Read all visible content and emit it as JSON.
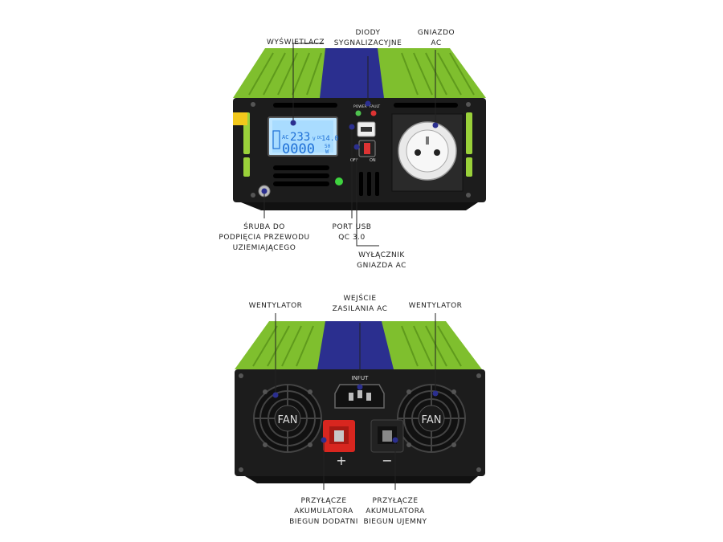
{
  "front": {
    "labels": {
      "display": "WYŚWIETLACZ",
      "leds": "DIODY\nSYGNALIZACYJNE",
      "socket": "GNIAZDO\nAC",
      "ground_screw": "ŚRUBA DO\nPODPIĘCIA PRZEWODU\nUZIEMIAJĄCEGO",
      "usb_port": "PORT USB\nQC 3.0",
      "ac_switch": "WYŁĄCZNIK\nGNIAZDA AC"
    },
    "lcd": {
      "ac_label": "AC",
      "ac_voltage": "233",
      "v_unit": "V",
      "dc_label": "DC",
      "dc_voltage": "14.0",
      "power": "0000",
      "hz": "50",
      "w_unit": "W"
    },
    "panel_marks": {
      "power_led": "POWER",
      "fault_led": "FAULT",
      "switch_off": "OFF",
      "switch_on": "ON"
    }
  },
  "back": {
    "labels": {
      "fan_left": "WENTYLATOR",
      "ac_input": "WEJŚCIE\nZASILANIA AC",
      "fan_right": "WENTYLATOR",
      "battery_positive": "PRZYŁĄCZE\nAKUMULATORA\nBIEGUN DODATNI",
      "battery_negative": "PRZYŁĄCZE\nAKUMULATORA\nBIEGUN UJEMNY"
    },
    "fan_text": "FAN",
    "input_text": "INPUT",
    "plus_sign": "+",
    "minus_sign": "−"
  },
  "colors": {
    "housing_green": "#7fbf2e",
    "panel_black": "#1c1c1c",
    "leader_dot": "#2b2f8f",
    "lcd_blue": "#1d6fd6",
    "terminal_red": "#d8261f"
  }
}
